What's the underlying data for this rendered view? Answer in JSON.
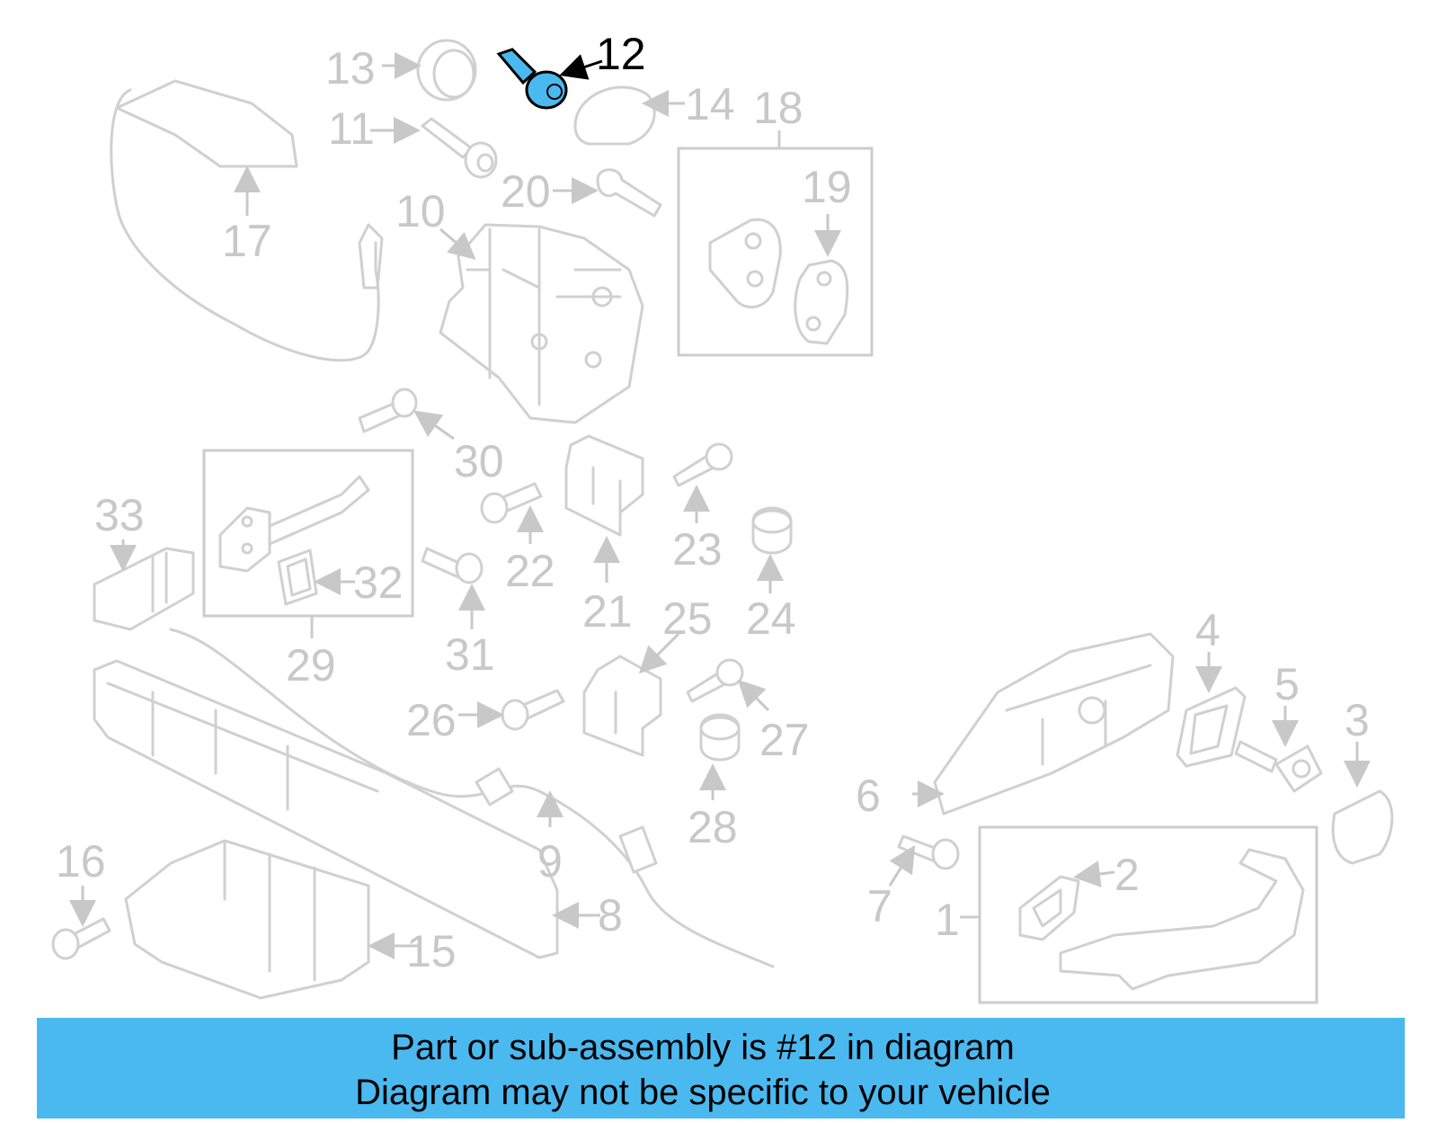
{
  "colors": {
    "highlight": "#4ab9f0",
    "banner": "#4ab9f0",
    "part_line": "#d0d0d0",
    "label_gray": "#c8c8c8"
  },
  "labels": {
    "l1": "1",
    "l2": "2",
    "l3": "3",
    "l4": "4",
    "l5": "5",
    "l6": "6",
    "l7": "7",
    "l8": "8",
    "l9": "9",
    "l10": "10",
    "l11": "11",
    "l12": "12",
    "l13": "13",
    "l14": "14",
    "l15": "15",
    "l16": "16",
    "l17": "17",
    "l18": "18",
    "l19": "19",
    "l20": "20",
    "l21": "21",
    "l22": "22",
    "l23": "23",
    "l24": "24",
    "l25": "25",
    "l26": "26",
    "l27": "27",
    "l28": "28",
    "l29": "29",
    "l30": "30",
    "l31": "31",
    "l32": "32",
    "l33": "33"
  },
  "highlighted_part": "12",
  "caption": {
    "line1": "Part or sub-assembly is #12 in diagram",
    "line2": "Diagram may not be specific to your vehicle"
  }
}
